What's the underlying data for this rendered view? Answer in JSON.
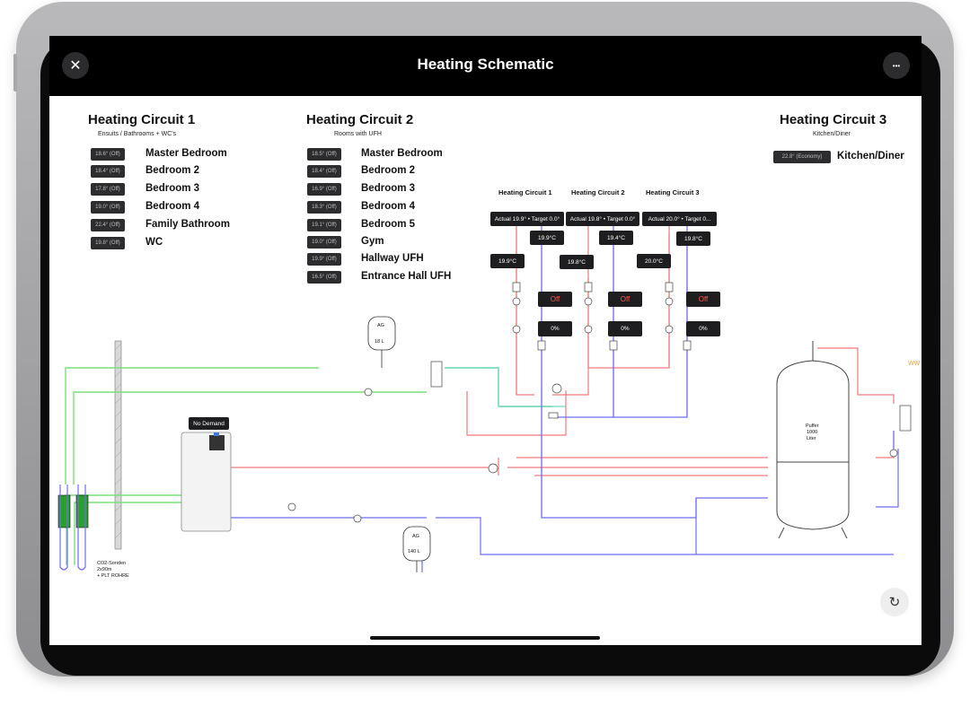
{
  "app": {
    "title": "Heating Schematic",
    "close_icon": "close-icon",
    "more_icon": "more-icon",
    "reset_icon": "refresh-icon",
    "close_glyph": "✕",
    "more_glyph": "•••",
    "reset_glyph": "↻"
  },
  "circuit1": {
    "title": "Heating Circuit 1",
    "subtitle": "Ensuits / Bathrooms + WC's",
    "rooms": [
      {
        "temp": "18.6° (Off)",
        "name": "Master Bedroom"
      },
      {
        "temp": "18.4° (Off)",
        "name": "Bedroom 2"
      },
      {
        "temp": "17.8° (Off)",
        "name": "Bedroom 3"
      },
      {
        "temp": "19.0° (Off)",
        "name": "Bedroom 4"
      },
      {
        "temp": "22.4° (Off)",
        "name": "Family Bathroom"
      },
      {
        "temp": "19.8° (Off)",
        "name": "WC"
      }
    ]
  },
  "circuit2": {
    "title": "Heating Circuit 2",
    "subtitle": "Rooms with UFH",
    "rooms": [
      {
        "temp": "18.5° (Off)",
        "name": "Master Bedroom"
      },
      {
        "temp": "18.4° (Off)",
        "name": "Bedroom 2"
      },
      {
        "temp": "16.9° (Off)",
        "name": "Bedroom 3"
      },
      {
        "temp": "18.3° (Off)",
        "name": "Bedroom 4"
      },
      {
        "temp": "19.1° (Off)",
        "name": "Bedroom 5"
      },
      {
        "temp": "19.0° (Off)",
        "name": "Gym"
      },
      {
        "temp": "19.9° (Off)",
        "name": "Hallway UFH"
      },
      {
        "temp": "16.5° (Off)",
        "name": "Entrance Hall UFH"
      }
    ]
  },
  "circuit3": {
    "title": "Heating Circuit 3",
    "subtitle": "Kitchen/Diner",
    "rooms": [
      {
        "temp": "22.8° (Economy)",
        "name": "Kitchen/Diner"
      }
    ]
  },
  "schematic": {
    "columns": [
      {
        "head": "Heating Circuit 1",
        "status": "Actual 19.9° • Target 0.0°",
        "flow": "19.9°C",
        "return": "19.9°C",
        "pump": "Off",
        "valve": "0%"
      },
      {
        "head": "Heating Circuit 2",
        "status": "Actual 19.8° • Target 0.0°",
        "flow": "19.4°C",
        "return": "19.8°C",
        "pump": "Off",
        "valve": "0%"
      },
      {
        "head": "Heating Circuit 3",
        "status": "Actual 20.0° • Target 0...",
        "flow": "19.8°C",
        "return": "20.0°C",
        "pump": "Off",
        "valve": "0%"
      }
    ],
    "heat_pump_status": "No Demand",
    "vessel_top": {
      "line1": "AG",
      "line2": "18 L"
    },
    "vessel_bottom": {
      "line1": "AG",
      "line2": "140 L"
    },
    "buffer_label": {
      "line1": "Puffer",
      "line2": "1000",
      "line3": "Liter"
    },
    "probe_label": {
      "line1": "CO2-Sonden",
      "line2": "2x90m",
      "line3": "+ PLT ROHRE"
    },
    "ww_label": "WW",
    "colors": {
      "supply": "#f07a7a",
      "return": "#6d6df0",
      "brine": "#7ae07a",
      "mixed": "#6dd4c4"
    }
  }
}
